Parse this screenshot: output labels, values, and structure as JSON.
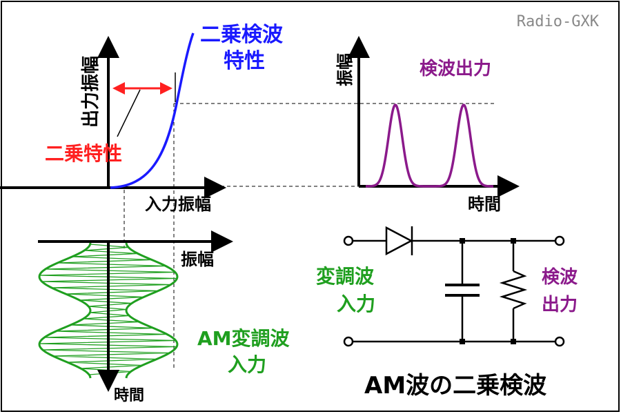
{
  "watermark": "Radio-GXK",
  "title": "AM波の二乗検波",
  "transfer": {
    "curve_label_line1": "二乗検波",
    "curve_label_line2": "特性",
    "square_label": "二乗特性",
    "y_axis_label": "出力振幅",
    "x_axis_label": "入力振幅"
  },
  "input_wave": {
    "axis_label": "振幅",
    "time_label": "時間",
    "label_line1": "AM変調波",
    "label_line2": "入力"
  },
  "output": {
    "y_axis_label": "振幅",
    "x_axis_label": "時間",
    "label": "検波出力"
  },
  "circuit": {
    "input_label_line1": "変調波",
    "input_label_line2": "入力",
    "output_label_line1": "検波",
    "output_label_line2": "出力"
  },
  "colors": {
    "curve": "#1a1aff",
    "square_marker": "#ff2020",
    "am_wave": "#1f9f1f",
    "am_text": "#1f9f1f",
    "output_wave": "#8b1a8b",
    "output_text": "#8b1a8b",
    "axis": "#000000"
  }
}
